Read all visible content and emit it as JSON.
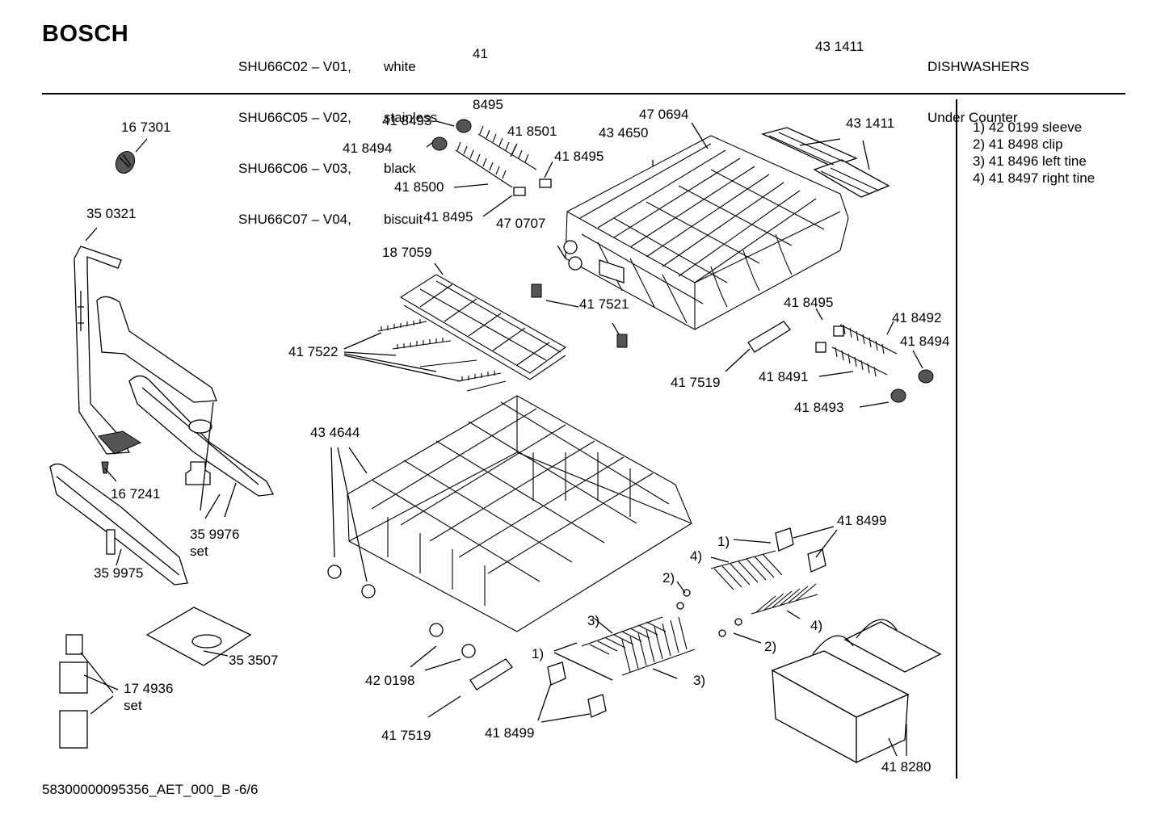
{
  "header": {
    "brand": "BOSCH",
    "models": [
      "SHU66C02 – V01,",
      "SHU66C05 – V02,",
      "SHU66C06 – V03,",
      "SHU66C07 – V04,"
    ],
    "colors": [
      "white",
      "stainless",
      "black",
      "biscuit"
    ],
    "ref_top": "41",
    "ref_bottom": "8495",
    "ref_mid": "43 1411",
    "category": "DISHWASHERS",
    "subcategory": "Under Counter"
  },
  "notes": [
    "1) 42 0199 sleeve",
    "2) 41 8498 clip",
    "3) 41 8496 left tine",
    "4) 41 8497 right tine"
  ],
  "footer": "58300000095356_AET_000_B  -6/6",
  "labels": {
    "p167301": "16 7301",
    "p350321": "35 0321",
    "p167241": "16 7241",
    "p359976": "35 9976",
    "set1": "set",
    "p359975": "35 9975",
    "p353507": "35 3507",
    "p174936": "17 4936",
    "set2": "set",
    "p418493a": "41 8493",
    "p418494a": "41 8494",
    "p418501": "41 8501",
    "p418495a": "41 8495",
    "p418500": "41 8500",
    "p418495b": "41 8495",
    "p470707": "47 0707",
    "p434650": "43 4650",
    "p470694": "47 0694",
    "p431411": "43 1411",
    "p187059": "18 7059",
    "p417521": "41 7521",
    "p417522": "41 7522",
    "p418495c": "41 8495",
    "p418492": "41 8492",
    "p418494b": "41 8494",
    "p417519a": "41 7519",
    "p418491": "41 8491",
    "p418493b": "41 8493",
    "p434644": "43 4644",
    "p418499a": "41 8499",
    "c1a": "1)",
    "c4a": "4)",
    "c2a": "2)",
    "c3a": "3)",
    "c4b": "4)",
    "c2b": "2)",
    "c1b": "1)",
    "c3b": "3)",
    "p420198": "42 0198",
    "p417519b": "41 7519",
    "p418499b": "41 8499",
    "p418280": "41 8280"
  }
}
